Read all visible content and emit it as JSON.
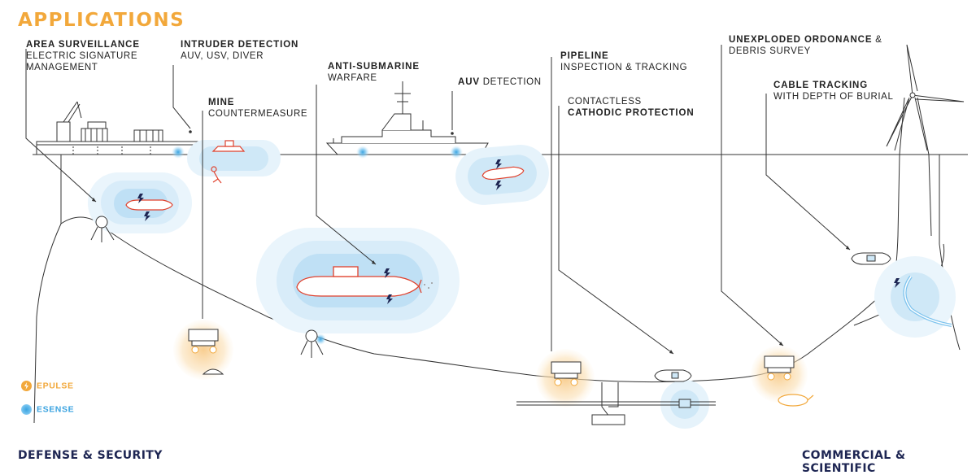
{
  "title": "APPLICATIONS",
  "labels": {
    "area_surveillance": {
      "bold": "AREA SURVEILLANCE",
      "line2": "ELECTRIC SIGNATURE",
      "line3": "MANAGEMENT"
    },
    "intruder_detection": {
      "bold": "INTRUDER DETECTION",
      "line2": "AUV, USV, DIVER"
    },
    "mine": {
      "bold": "MINE",
      "line2": "COUNTERMEASURE"
    },
    "anti_submarine": {
      "bold": "ANTI-SUBMARINE",
      "line2": "WARFARE"
    },
    "auv_detection": {
      "bold": "AUV",
      "rest": " DETECTION"
    },
    "pipeline": {
      "bold": "PIPELINE",
      "line2": "INSPECTION & TRACKING"
    },
    "cathodic": {
      "line1": "CONTACTLESS",
      "bold": "CATHODIC PROTECTION"
    },
    "unexploded": {
      "bold": "UNEXPLODED ORDONANCE",
      "rest": " &",
      "line2": "DEBRIS SURVEY"
    },
    "cable_tracking": {
      "bold": "CABLE TRACKING",
      "line2": "WITH DEPTH OF BURIAL"
    }
  },
  "legend": [
    {
      "label": "EPULSE",
      "color": "#f2a83b",
      "icon": "lightning-icon"
    },
    {
      "label": "ESENSE",
      "color": "#3aa3e0",
      "icon": "sensor-glow-icon"
    }
  ],
  "footer": {
    "left": "DEFENSE & SECURITY",
    "right": "COMMERCIAL & SCIENTIFIC"
  },
  "colors": {
    "accent_orange": "#f2a83b",
    "accent_blue": "#3aa3e0",
    "navy": "#1e2653",
    "vehicle_red": "#e0412d"
  }
}
